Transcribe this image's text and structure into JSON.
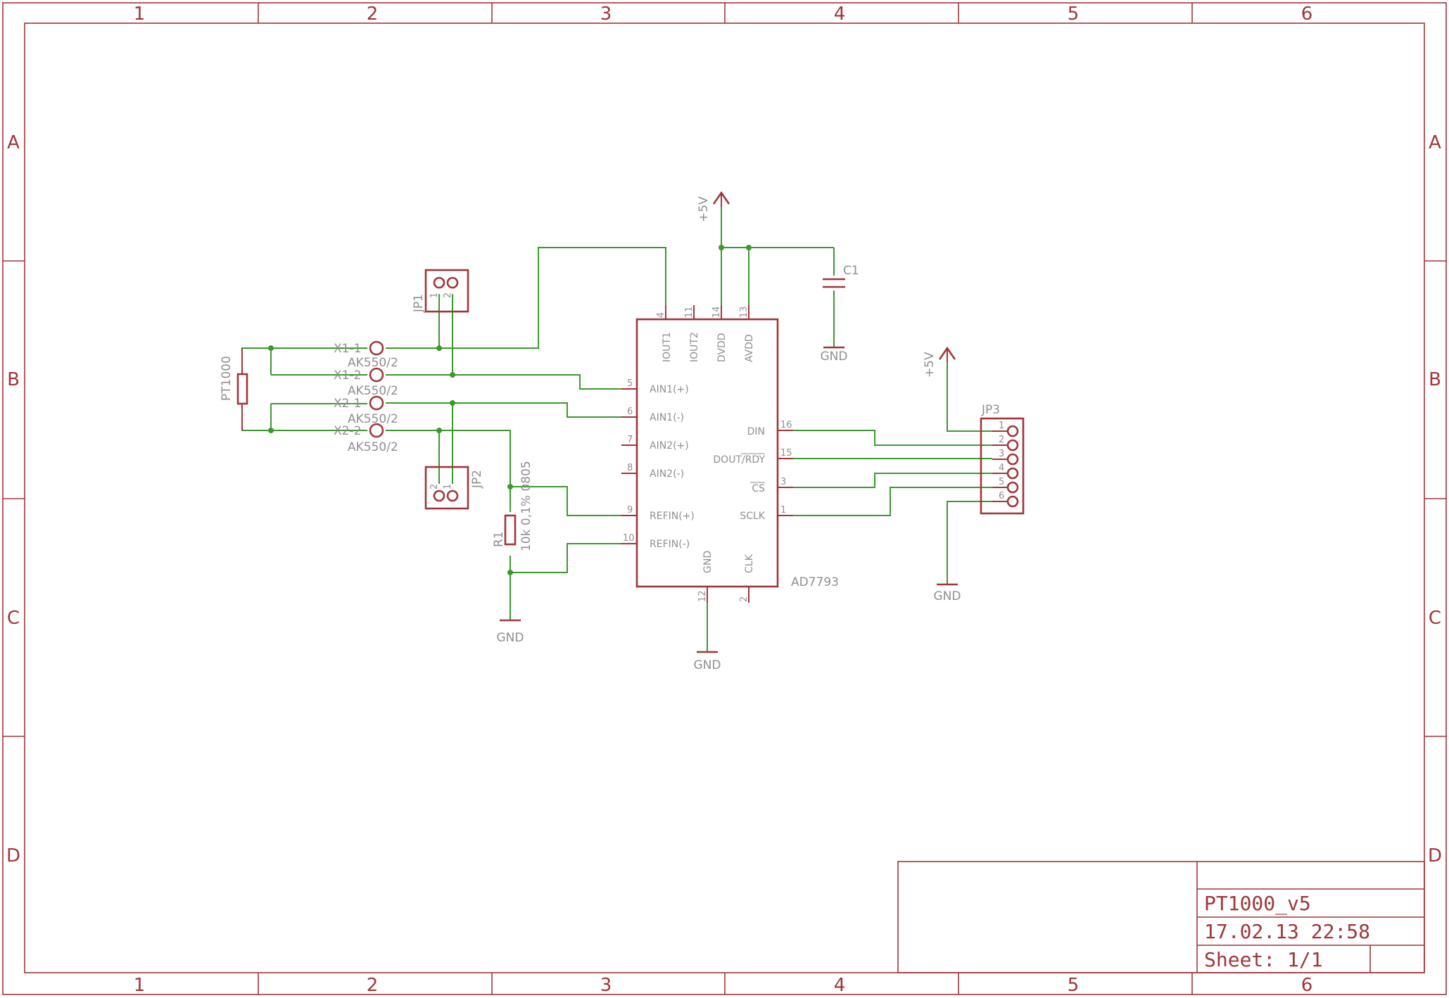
{
  "frame": {
    "columns": [
      "1",
      "2",
      "3",
      "4",
      "5",
      "6"
    ],
    "rows": [
      "A",
      "B",
      "C",
      "D"
    ]
  },
  "title_block": {
    "name": "PT1000_v5",
    "date": "17.02.13 22:58",
    "sheet": "Sheet: 1/1"
  },
  "ic": {
    "name": "AD7793",
    "top_pins": [
      {
        "num": "4",
        "label": "IOUT1"
      },
      {
        "num": "11",
        "label": "IOUT2"
      },
      {
        "num": "14",
        "label": "DVDD"
      },
      {
        "num": "13",
        "label": "AVDD"
      }
    ],
    "left_pins": [
      {
        "num": "5",
        "label": "AIN1(+)"
      },
      {
        "num": "6",
        "label": "AIN1(-)"
      },
      {
        "num": "7",
        "label": "AIN2(+)"
      },
      {
        "num": "8",
        "label": "AIN2(-)"
      },
      {
        "num": "9",
        "label": "REFIN(+)"
      },
      {
        "num": "10",
        "label": "REFIN(-)"
      }
    ],
    "right_pins": [
      {
        "num": "16",
        "label": "DIN"
      },
      {
        "num": "15",
        "label": "DOUT/RDY"
      },
      {
        "num": "3",
        "label": "CS"
      },
      {
        "num": "1",
        "label": "SCLK"
      }
    ],
    "bottom_pins": [
      {
        "num": "12",
        "label": "GND"
      },
      {
        "num": "2",
        "label": "CLK"
      }
    ]
  },
  "terminals": [
    {
      "name": "X1-1",
      "value": "AK550/2"
    },
    {
      "name": "X1-2",
      "value": "AK550/2"
    },
    {
      "name": "X2-1",
      "value": "AK550/2"
    },
    {
      "name": "X2-2",
      "value": "AK550/2"
    }
  ],
  "sensor": {
    "name": "PT1000"
  },
  "jp1": {
    "name": "JP1",
    "pins": [
      "1",
      "2"
    ]
  },
  "jp2": {
    "name": "JP2",
    "pins": [
      "2",
      "1"
    ]
  },
  "jp3": {
    "name": "JP3",
    "pins": [
      "1",
      "2",
      "3",
      "4",
      "5",
      "6"
    ]
  },
  "r1": {
    "name": "R1",
    "value": "10k 0,1% 0805"
  },
  "c1": {
    "name": "C1"
  },
  "power": {
    "vcc": "+5V",
    "gnd": "GND"
  }
}
